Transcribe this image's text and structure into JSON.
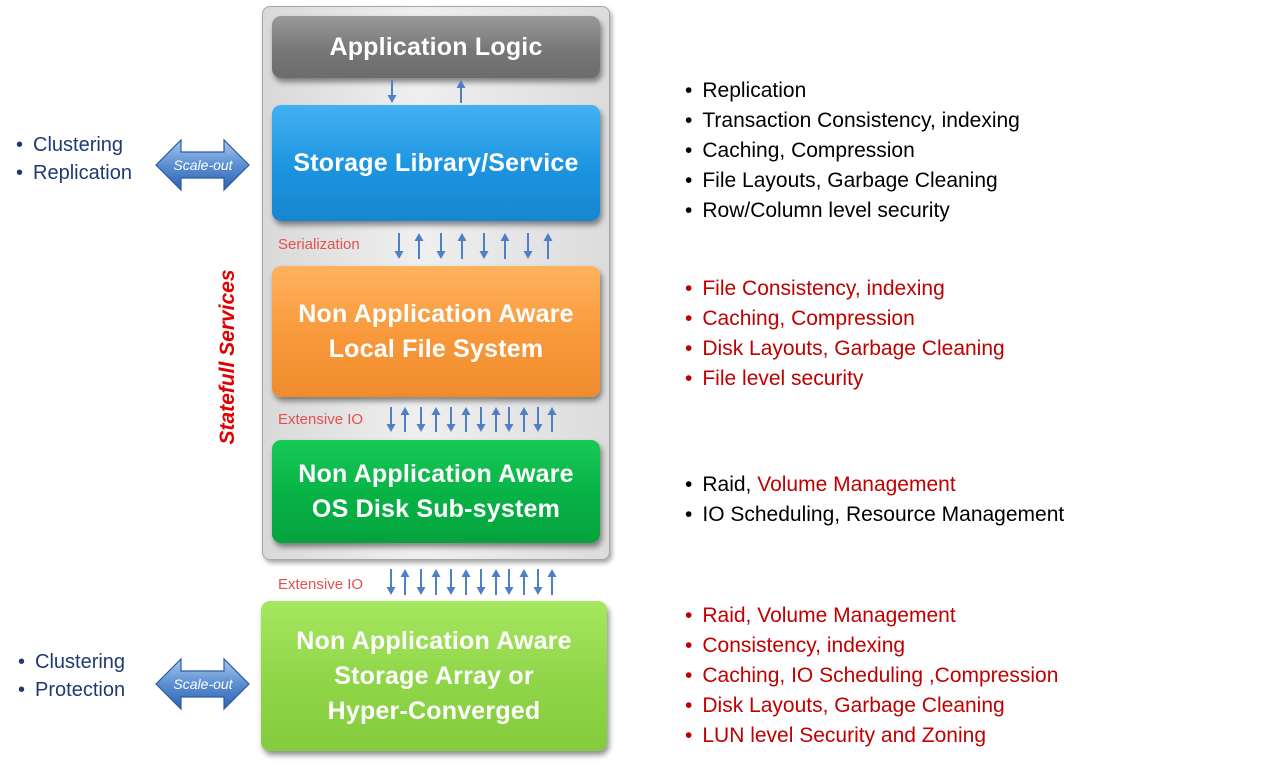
{
  "blocks": {
    "app_logic": {
      "label": "Application Logic"
    },
    "storage_library": {
      "label": "Storage Library/Service"
    },
    "local_fs": {
      "line1": "Non Application Aware",
      "line2": "Local File System"
    },
    "os_disk": {
      "line1": "Non Application Aware",
      "line2": "OS Disk Sub-system"
    },
    "storage_array": {
      "line1": "Non Application Aware",
      "line2": "Storage Array or",
      "line3": "Hyper-Converged"
    }
  },
  "connectors": {
    "serialization": "Serialization",
    "extensive_io_upper": "Extensive IO",
    "extensive_io_lower": "Extensive IO"
  },
  "side_label": "Statefull Services",
  "scale_out": {
    "top": {
      "label": "Scale-out",
      "items": [
        "Clustering",
        "Replication"
      ]
    },
    "bottom": {
      "label": "Scale-out",
      "items": [
        "Clustering",
        "Protection"
      ]
    }
  },
  "features": {
    "storage_library": [
      "Replication",
      "Transaction Consistency, indexing",
      "Caching, Compression",
      "File Layouts, Garbage Cleaning",
      "Row/Column level security"
    ],
    "local_fs": [
      "File Consistency, indexing",
      "Caching, Compression",
      "Disk Layouts, Garbage Cleaning",
      "File level security"
    ],
    "os_disk": {
      "raid_prefix": "Raid, ",
      "raid_highlight": "Volume Management",
      "io": "IO Scheduling, Resource Management"
    },
    "storage_array": [
      "Raid, Volume Management",
      "Consistency, indexing",
      "Caching, IO Scheduling ,Compression",
      "Disk Layouts, Garbage Cleaning",
      "LUN level Security and Zoning"
    ]
  },
  "colors": {
    "app_logic": "#7a7a7a",
    "storage_library": "#1c94e0",
    "local_fs": "#f8983a",
    "os_disk": "#07b245",
    "storage_array": "#8fd548",
    "arrow": "#4f7fc4",
    "highlight_red": "#c00000",
    "side_label": "#e00000"
  }
}
